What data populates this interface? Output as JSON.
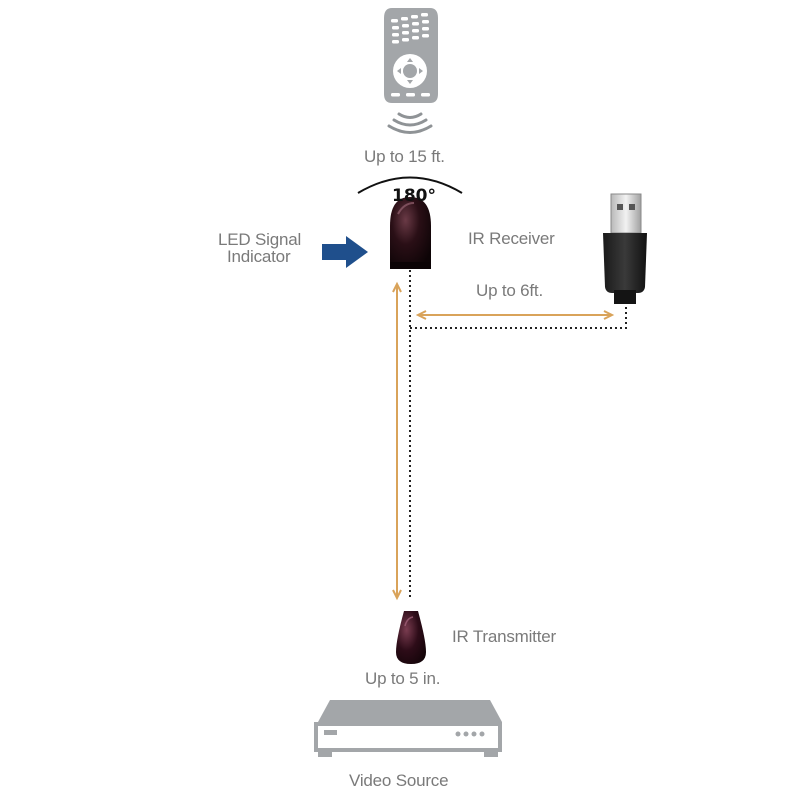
{
  "labels": {
    "remote_range": "Up to 15 ft.",
    "angle": "180°",
    "led_line1": "LED Signal",
    "led_line2": "Indicator",
    "ir_receiver": "IR Receiver",
    "usb_range": "Up to 6ft.",
    "ir_transmitter": "IR Transmitter",
    "transmitter_range": "Up to 5 in.",
    "video_source": "Video Source"
  },
  "icons": {
    "remote": "remote-control-icon",
    "waves": "ir-signal-waves-icon",
    "receiver": "ir-receiver-eye-icon",
    "transmitter": "ir-transmitter-blaster-icon",
    "usb": "usb-plug-icon",
    "video_source": "set-top-box-icon",
    "led_arrow": "arrow-right-icon"
  },
  "colors": {
    "device_gray": "#a3a6a9",
    "cable_dots": "#222222",
    "distance_arrow": "#d9a35a",
    "indicator_arrow": "#1f4f8c",
    "text": "#7a7a7a"
  }
}
